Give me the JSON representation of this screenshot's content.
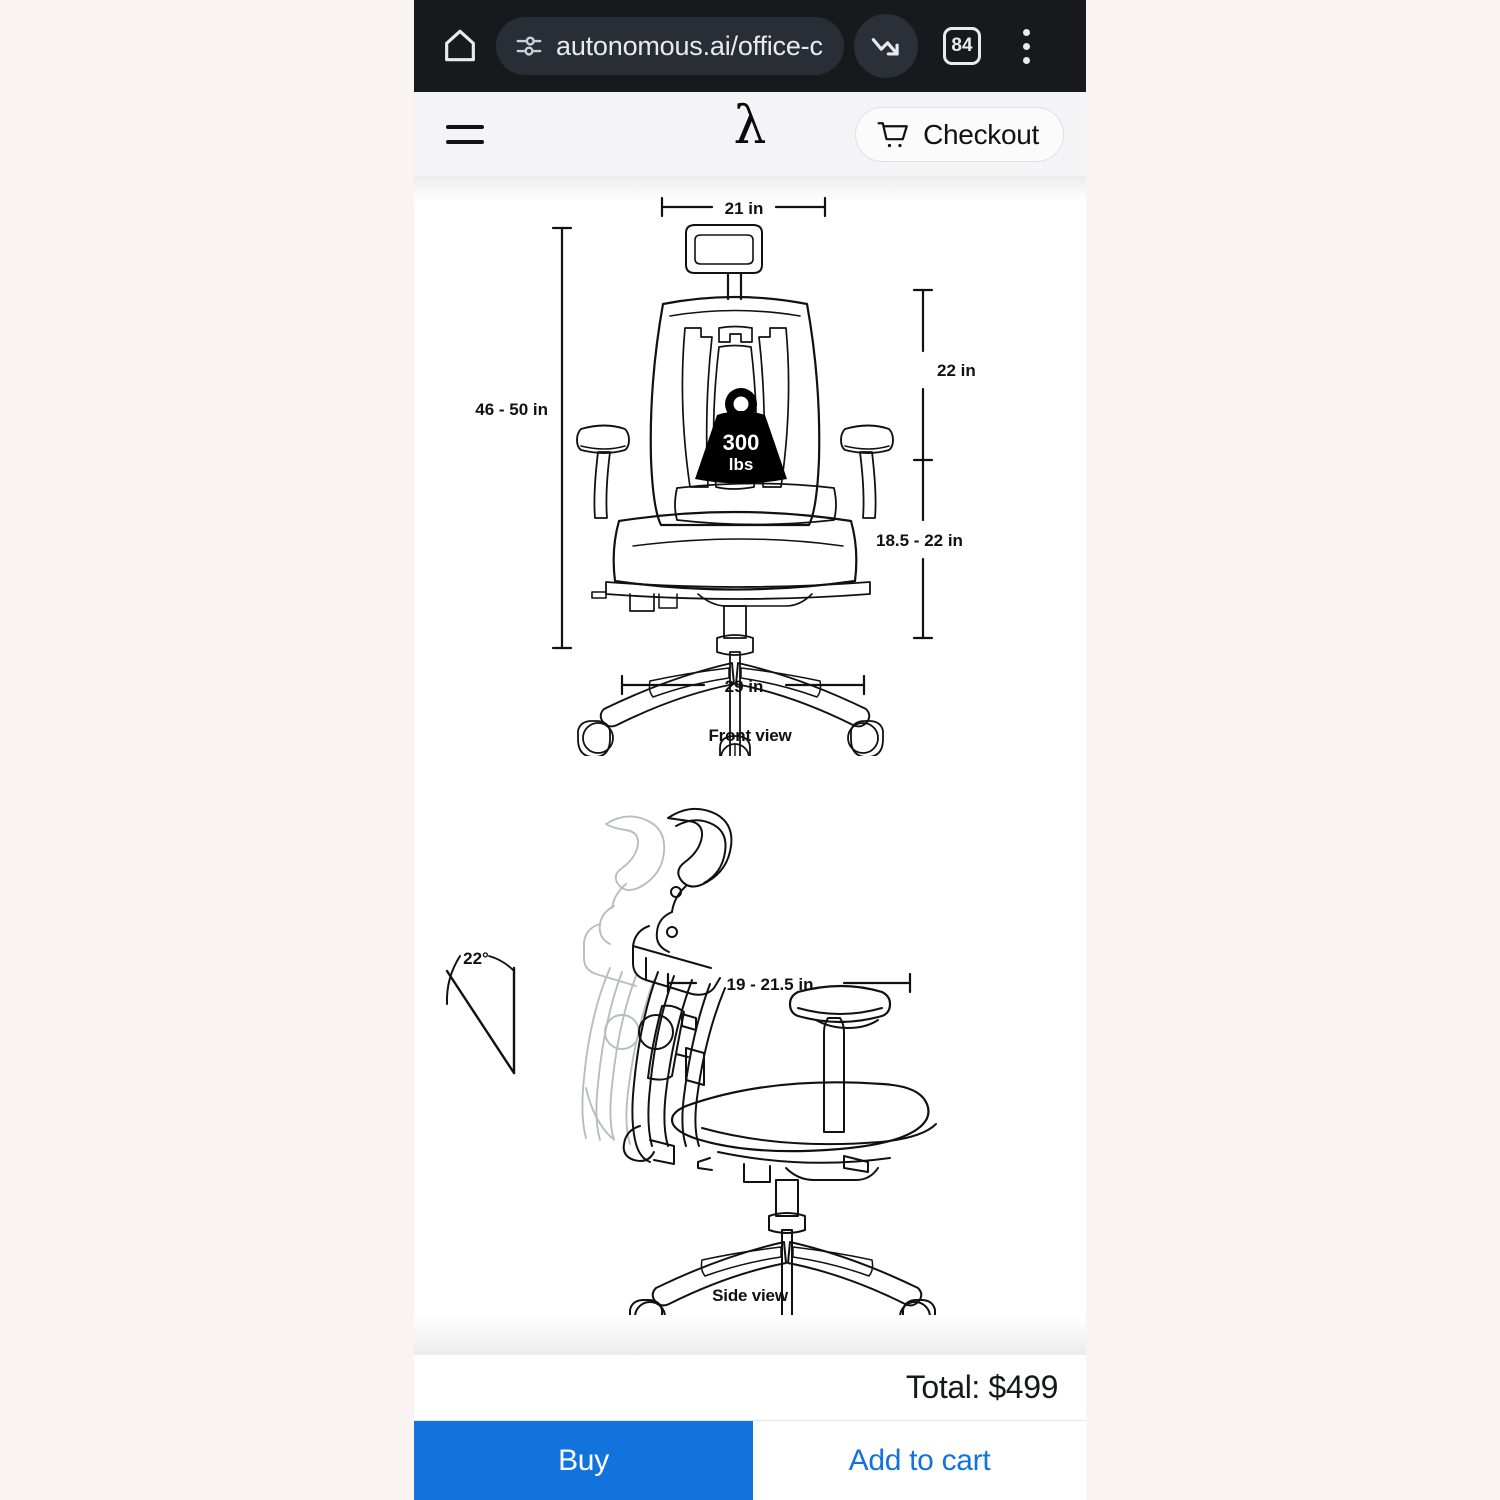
{
  "browser": {
    "url": "autonomous.ai/office-c",
    "home_icon": "home-icon",
    "permission_icon": "site-permissions-icon",
    "download_icon": "download-trending-down-icon",
    "tab_count": "84",
    "menu_icon": "three-dot-menu-icon"
  },
  "site_header": {
    "menu_icon": "hamburger-menu-icon",
    "logo": "λ",
    "cart_icon": "shopping-cart-icon",
    "checkout_label": "Checkout"
  },
  "front_view": {
    "caption": "Front view",
    "width_top": "21 in",
    "height_total": "46 - 50 in",
    "back_height": "22 in",
    "seat_height": "18.5 - 22 in",
    "base_width": "29 in",
    "weight_badge_line1": "300",
    "weight_badge_line2": "lbs"
  },
  "side_view": {
    "caption": "Side view",
    "recline_angle": "22°",
    "seat_depth": "19 - 21.5 in"
  },
  "footer": {
    "total_label": "Total: $499",
    "buy_label": "Buy",
    "add_to_cart_label": "Add to cart"
  },
  "colors": {
    "page_background": "#f9f4f1",
    "browser_bar": "#17191d",
    "url_pill": "#292d35",
    "site_header": "#f4f4f6",
    "accent_blue": "#1273dc",
    "ink": "#111111"
  }
}
